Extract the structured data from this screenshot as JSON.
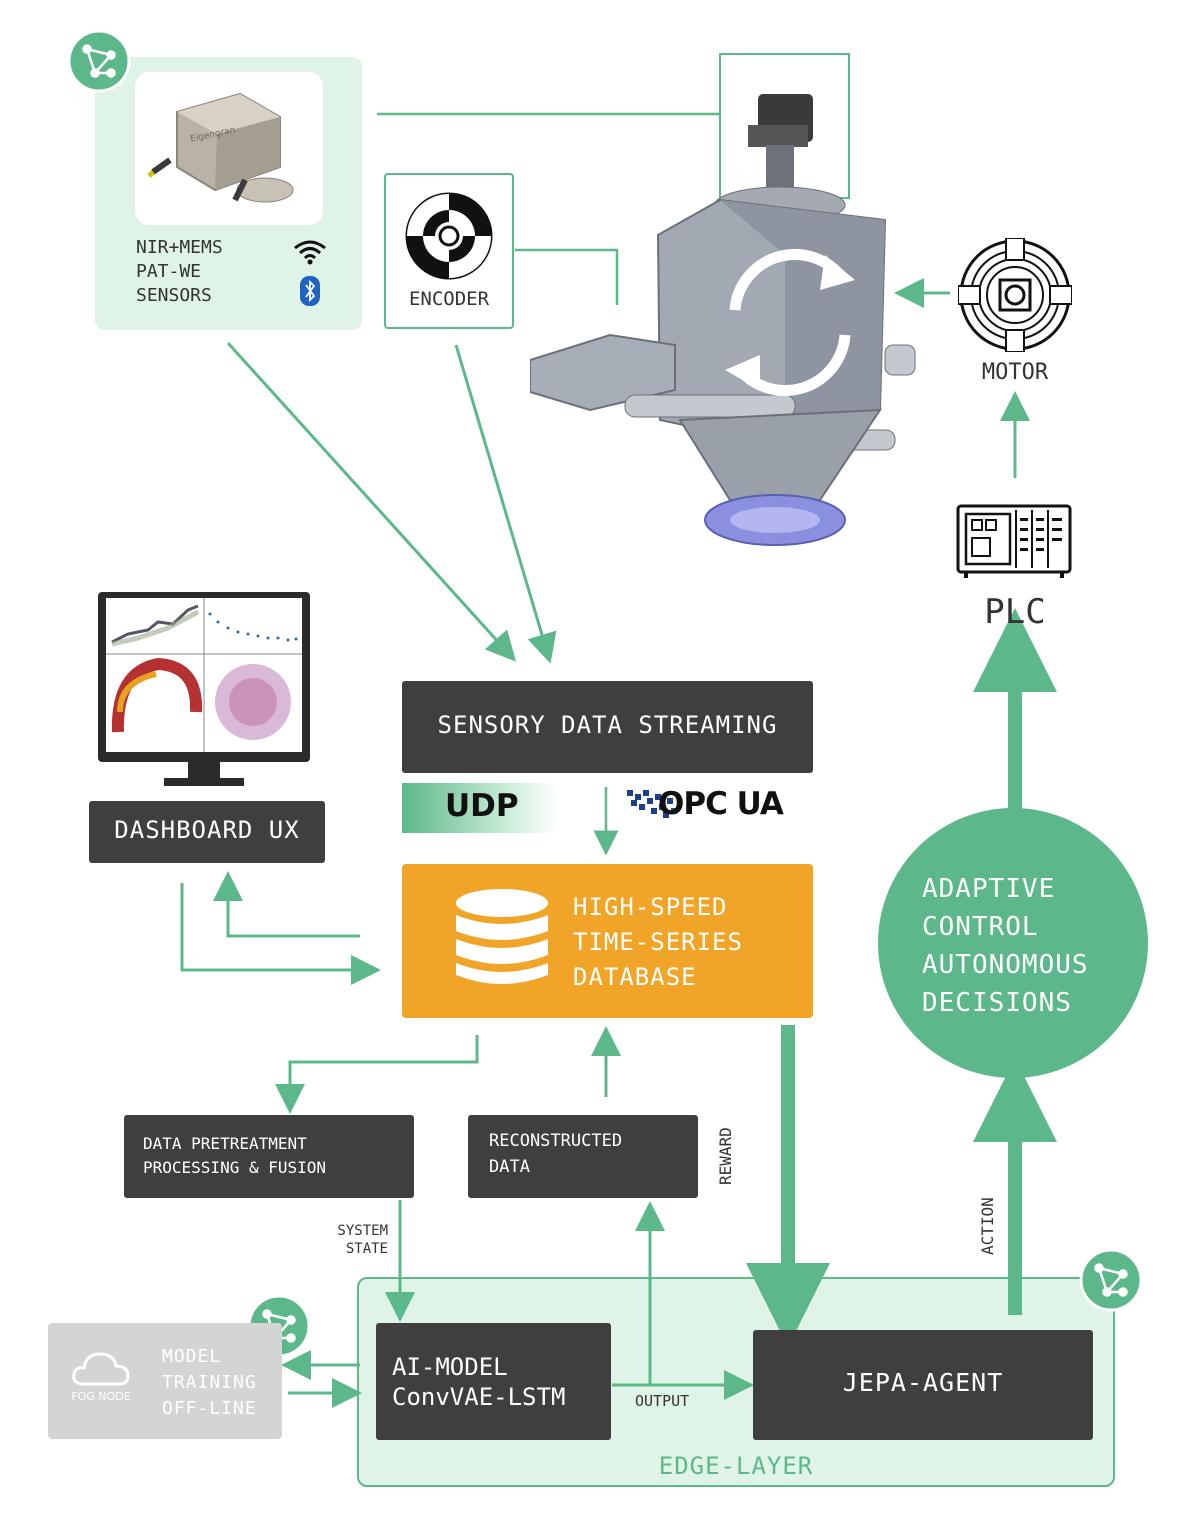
{
  "sensor_panel": {
    "label": "NIR+MEMS\nPAT-WE\nSENSORS",
    "device_brand": "Eigengran"
  },
  "encoder": {
    "label": "ENCODER"
  },
  "motor": {
    "label": "MOTOR"
  },
  "plc": {
    "label": "PLC"
  },
  "streaming": {
    "label": "SENSORY DATA STREAMING"
  },
  "protocols": {
    "udp": "UDP",
    "opcua": "OPC UA"
  },
  "dashboard": {
    "label": "DASHBOARD UX"
  },
  "database": {
    "label": "HIGH-SPEED\nTIME-SERIES\nDATABASE"
  },
  "adaptive": {
    "label": "ADAPTIVE\nCONTROL\nAUTONOMOUS\nDECISIONS"
  },
  "pretreatment": {
    "label": "DATA PRETREATMENT\nPROCESSING & FUSION"
  },
  "reconstructed": {
    "label": "RECONSTRUCTED\nDATA"
  },
  "edges": {
    "system_state": "SYSTEM\nSTATE",
    "reward": "REWARD",
    "action": "ACTION",
    "output": "OUTPUT"
  },
  "fog": {
    "node_label": "FOG NODE",
    "label": "MODEL\nTRAINING\nOFF-LINE"
  },
  "ai_model": {
    "label": "AI-MODEL\nConvVAE-LSTM"
  },
  "agent": {
    "label": "JEPA-AGENT"
  },
  "edge_layer": {
    "label": "EDGE-LAYER"
  },
  "colors": {
    "green": "#5cb88a",
    "light_green": "#dff3e6",
    "dark_box": "#3f3f3f",
    "orange": "#f0a428",
    "fog_gray": "#d4d4d4"
  }
}
